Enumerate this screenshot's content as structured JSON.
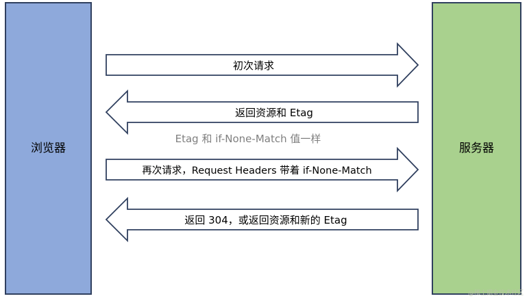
{
  "nodes": {
    "browser": {
      "label": "浏览器"
    },
    "server": {
      "label": "服务器"
    }
  },
  "arrows": [
    {
      "label": "初次请求",
      "direction": "right"
    },
    {
      "label": "返回资源和 Etag",
      "direction": "left"
    },
    {
      "label": "再次请求，Request Headers 带着 if-None-Match",
      "direction": "right"
    },
    {
      "label": "返回 304，或返回资源和新的 Etag",
      "direction": "left"
    }
  ],
  "note": "Etag 和 if-None-Match 值一样",
  "watermark": "@稀土掘金技术社区",
  "colors": {
    "browser_fill": "#8ea9db",
    "server_fill": "#a9d18e",
    "stroke": "#2f3f5e",
    "arrow_fill": "#ffffff",
    "note_text": "#7f7f7f",
    "label_text": "#000000"
  }
}
